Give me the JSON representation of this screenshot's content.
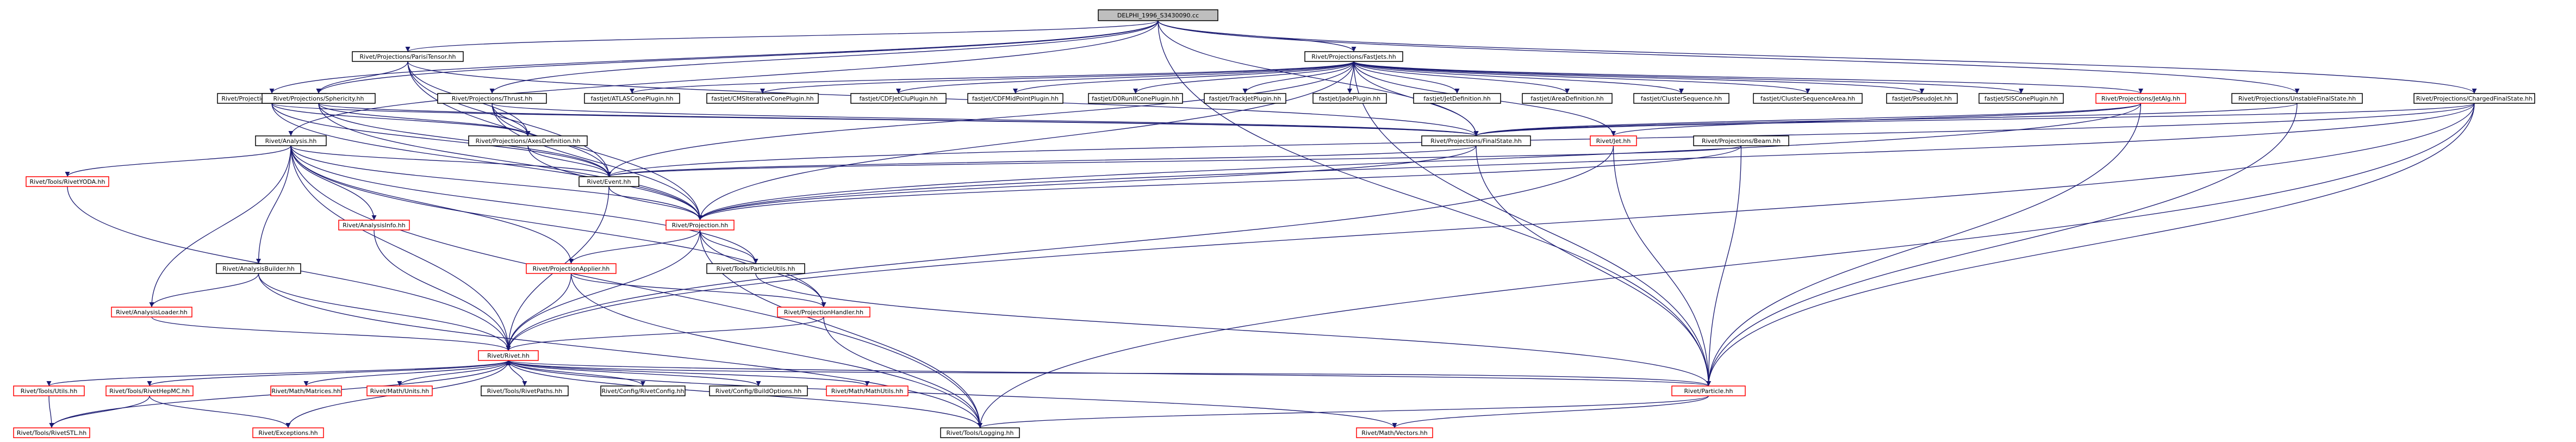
{
  "colors": {
    "edge": "#191970",
    "root_fill": "#bfbfbf",
    "normal_border": "#000000",
    "truncated_border": "#ff0000",
    "node_fill": "#ffffff",
    "text": "#000000"
  },
  "nodes": [
    {
      "id": "root",
      "label": "DELPHI_1996_S3430090.cc",
      "kind": "root"
    },
    {
      "id": "paraTensor",
      "label": "Rivet/Projections/ParisiTensor.hh",
      "kind": "normal"
    },
    {
      "id": "fastJets",
      "label": "Rivet/Projections/FastJets.hh",
      "kind": "normal"
    },
    {
      "id": "unstableFS",
      "label": "Rivet/Projections/UnstableFinalState.hh",
      "kind": "normal"
    },
    {
      "id": "chargedFS",
      "label": "Rivet/Projections/ChargedFinalState.hh",
      "kind": "normal"
    },
    {
      "id": "hemispheres",
      "label": "Rivet/Projections/Hemispheres.hh",
      "kind": "normal"
    },
    {
      "id": "sphericity",
      "label": "Rivet/Projections/Sphericity.hh",
      "kind": "normal"
    },
    {
      "id": "thrust",
      "label": "Rivet/Projections/Thrust.hh",
      "kind": "normal"
    },
    {
      "id": "atlasCone",
      "label": "fastjet/ATLASConePlugin.hh",
      "kind": "normal"
    },
    {
      "id": "cmsCone",
      "label": "fastjet/CMSIterativeConePlugin.hh",
      "kind": "normal"
    },
    {
      "id": "cdfJetClu",
      "label": "fastjet/CDFJetCluPlugin.hh",
      "kind": "normal"
    },
    {
      "id": "cdfMidPoint",
      "label": "fastjet/CDFMidPointPlugin.hh",
      "kind": "normal"
    },
    {
      "id": "d0RunII",
      "label": "fastjet/D0RunIIConePlugin.hh",
      "kind": "normal"
    },
    {
      "id": "trackJet",
      "label": "fastjet/TrackJetPlugin.hh",
      "kind": "normal"
    },
    {
      "id": "jade",
      "label": "fastjet/JadePlugin.hh",
      "kind": "normal"
    },
    {
      "id": "jetDef",
      "label": "fastjet/JetDefinition.hh",
      "kind": "normal"
    },
    {
      "id": "areaDef",
      "label": "fastjet/AreaDefinition.hh",
      "kind": "normal"
    },
    {
      "id": "clusterSeq",
      "label": "fastjet/ClusterSequence.hh",
      "kind": "normal"
    },
    {
      "id": "clusterSeqArea",
      "label": "fastjet/ClusterSequenceArea.hh",
      "kind": "normal"
    },
    {
      "id": "pseudoJet",
      "label": "fastjet/PseudoJet.hh",
      "kind": "normal"
    },
    {
      "id": "siscone",
      "label": "fastjet/SISConePlugin.hh",
      "kind": "normal"
    },
    {
      "id": "jetAlg",
      "label": "Rivet/Projections/JetAlg.hh",
      "kind": "truncated"
    },
    {
      "id": "analysis",
      "label": "Rivet/Analysis.hh",
      "kind": "normal"
    },
    {
      "id": "axesDef",
      "label": "Rivet/Projections/AxesDefinition.hh",
      "kind": "normal"
    },
    {
      "id": "finalState",
      "label": "Rivet/Projections/FinalState.hh",
      "kind": "normal"
    },
    {
      "id": "jet",
      "label": "Rivet/Jet.hh",
      "kind": "truncated"
    },
    {
      "id": "beam",
      "label": "Rivet/Projections/Beam.hh",
      "kind": "normal"
    },
    {
      "id": "rivetYoda",
      "label": "Rivet/Tools/RivetYODA.hh",
      "kind": "truncated"
    },
    {
      "id": "event",
      "label": "Rivet/Event.hh",
      "kind": "normal"
    },
    {
      "id": "analysisInfo",
      "label": "Rivet/AnalysisInfo.hh",
      "kind": "truncated"
    },
    {
      "id": "projection",
      "label": "Rivet/Projection.hh",
      "kind": "truncated"
    },
    {
      "id": "analysisBuilder",
      "label": "Rivet/AnalysisBuilder.hh",
      "kind": "normal"
    },
    {
      "id": "projApplier",
      "label": "Rivet/ProjectionApplier.hh",
      "kind": "truncated"
    },
    {
      "id": "particleUtils",
      "label": "Rivet/Tools/ParticleUtils.hh",
      "kind": "normal"
    },
    {
      "id": "analysisLoader",
      "label": "Rivet/AnalysisLoader.hh",
      "kind": "truncated"
    },
    {
      "id": "projHandler",
      "label": "Rivet/ProjectionHandler.hh",
      "kind": "truncated"
    },
    {
      "id": "rivet",
      "label": "Rivet/Rivet.hh",
      "kind": "truncated"
    },
    {
      "id": "utils",
      "label": "Rivet/Tools/Utils.hh",
      "kind": "truncated"
    },
    {
      "id": "rivetHepMC",
      "label": "Rivet/Tools/RivetHepMC.hh",
      "kind": "truncated"
    },
    {
      "id": "mathMatrices",
      "label": "Rivet/Math/Matrices.hh",
      "kind": "truncated"
    },
    {
      "id": "mathUnits",
      "label": "Rivet/Math/Units.hh",
      "kind": "truncated"
    },
    {
      "id": "rivetPaths",
      "label": "Rivet/Tools/RivetPaths.hh",
      "kind": "normal"
    },
    {
      "id": "rivetConfig",
      "label": "Rivet/Config/RivetConfig.hh",
      "kind": "normal"
    },
    {
      "id": "buildOptions",
      "label": "Rivet/Config/BuildOptions.hh",
      "kind": "normal"
    },
    {
      "id": "mathUtils",
      "label": "Rivet/Math/MathUtils.hh",
      "kind": "truncated"
    },
    {
      "id": "particle",
      "label": "Rivet/Particle.hh",
      "kind": "truncated"
    },
    {
      "id": "rivetStl",
      "label": "Rivet/Tools/RivetSTL.hh",
      "kind": "truncated"
    },
    {
      "id": "exceptions",
      "label": "Rivet/Exceptions.hh",
      "kind": "truncated"
    },
    {
      "id": "logging",
      "label": "Rivet/Tools/Logging.hh",
      "kind": "normal"
    },
    {
      "id": "mathVectors",
      "label": "Rivet/Math/Vectors.hh",
      "kind": "truncated"
    }
  ],
  "edges": [
    [
      "root",
      "paraTensor"
    ],
    [
      "root",
      "fastJets"
    ],
    [
      "root",
      "unstableFS"
    ],
    [
      "root",
      "chargedFS"
    ],
    [
      "root",
      "analysis"
    ],
    [
      "root",
      "hemispheres"
    ],
    [
      "root",
      "sphericity"
    ],
    [
      "root",
      "thrust"
    ],
    [
      "root",
      "finalState"
    ],
    [
      "root",
      "particle"
    ],
    [
      "paraTensor",
      "sphericity"
    ],
    [
      "paraTensor",
      "axesDef"
    ],
    [
      "paraTensor",
      "event"
    ],
    [
      "paraTensor",
      "projection"
    ],
    [
      "paraTensor",
      "finalState"
    ],
    [
      "fastJets",
      "atlasCone"
    ],
    [
      "fastJets",
      "cmsCone"
    ],
    [
      "fastJets",
      "cdfJetClu"
    ],
    [
      "fastJets",
      "cdfMidPoint"
    ],
    [
      "fastJets",
      "d0RunII"
    ],
    [
      "fastJets",
      "trackJet"
    ],
    [
      "fastJets",
      "jade"
    ],
    [
      "fastJets",
      "jetDef"
    ],
    [
      "fastJets",
      "areaDef"
    ],
    [
      "fastJets",
      "clusterSeq"
    ],
    [
      "fastJets",
      "clusterSeqArea"
    ],
    [
      "fastJets",
      "pseudoJet"
    ],
    [
      "fastJets",
      "siscone"
    ],
    [
      "fastJets",
      "jetAlg"
    ],
    [
      "fastJets",
      "finalState"
    ],
    [
      "fastJets",
      "jet"
    ],
    [
      "fastJets",
      "projection"
    ],
    [
      "fastJets",
      "particle"
    ],
    [
      "fastJets",
      "event"
    ],
    [
      "unstableFS",
      "finalState"
    ],
    [
      "unstableFS",
      "particle"
    ],
    [
      "chargedFS",
      "finalState"
    ],
    [
      "chargedFS",
      "projection"
    ],
    [
      "chargedFS",
      "particle"
    ],
    [
      "chargedFS",
      "logging"
    ],
    [
      "chargedFS",
      "rivet"
    ],
    [
      "chargedFS",
      "event"
    ],
    [
      "hemispheres",
      "axesDef"
    ],
    [
      "hemispheres",
      "event"
    ],
    [
      "hemispheres",
      "projection"
    ],
    [
      "hemispheres",
      "finalState"
    ],
    [
      "sphericity",
      "axesDef"
    ],
    [
      "sphericity",
      "event"
    ],
    [
      "sphericity",
      "projection"
    ],
    [
      "sphericity",
      "finalState"
    ],
    [
      "thrust",
      "axesDef"
    ],
    [
      "thrust",
      "event"
    ],
    [
      "thrust",
      "projection"
    ],
    [
      "thrust",
      "finalState"
    ],
    [
      "jetAlg",
      "finalState"
    ],
    [
      "jetAlg",
      "jet"
    ],
    [
      "jetAlg",
      "particle"
    ],
    [
      "jetAlg",
      "projection"
    ],
    [
      "analysis",
      "rivetYoda"
    ],
    [
      "analysis",
      "event"
    ],
    [
      "analysis",
      "analysisInfo"
    ],
    [
      "analysis",
      "projection"
    ],
    [
      "analysis",
      "analysisBuilder"
    ],
    [
      "analysis",
      "projApplier"
    ],
    [
      "analysis",
      "analysisLoader"
    ],
    [
      "analysis",
      "projHandler"
    ],
    [
      "analysis",
      "rivet"
    ],
    [
      "analysis",
      "logging"
    ],
    [
      "analysis",
      "particleUtils"
    ],
    [
      "axesDef",
      "projection"
    ],
    [
      "axesDef",
      "event"
    ],
    [
      "finalState",
      "projection"
    ],
    [
      "finalState",
      "particle"
    ],
    [
      "finalState",
      "event"
    ],
    [
      "jet",
      "rivet"
    ],
    [
      "jet",
      "particle"
    ],
    [
      "beam",
      "projection"
    ],
    [
      "beam",
      "particle"
    ],
    [
      "beam",
      "event"
    ],
    [
      "rivetYoda",
      "rivet"
    ],
    [
      "event",
      "projection"
    ],
    [
      "event",
      "rivet"
    ],
    [
      "analysisInfo",
      "rivet"
    ],
    [
      "projection",
      "rivet"
    ],
    [
      "projection",
      "projApplier"
    ],
    [
      "projection",
      "projHandler"
    ],
    [
      "projection",
      "particleUtils"
    ],
    [
      "projection",
      "logging"
    ],
    [
      "analysisBuilder",
      "analysisLoader"
    ],
    [
      "analysisBuilder",
      "rivet"
    ],
    [
      "analysisBuilder",
      "logging"
    ],
    [
      "projApplier",
      "rivet"
    ],
    [
      "projApplier",
      "projHandler"
    ],
    [
      "projApplier",
      "logging"
    ],
    [
      "particleUtils",
      "particle"
    ],
    [
      "analysisLoader",
      "rivet"
    ],
    [
      "projHandler",
      "rivet"
    ],
    [
      "projHandler",
      "logging"
    ],
    [
      "rivet",
      "utils"
    ],
    [
      "rivet",
      "rivetHepMC"
    ],
    [
      "rivet",
      "mathMatrices"
    ],
    [
      "rivet",
      "mathUnits"
    ],
    [
      "rivet",
      "rivetPaths"
    ],
    [
      "rivet",
      "rivetConfig"
    ],
    [
      "rivet",
      "buildOptions"
    ],
    [
      "rivet",
      "mathUtils"
    ],
    [
      "rivet",
      "particle"
    ],
    [
      "rivet",
      "rivetStl"
    ],
    [
      "rivet",
      "exceptions"
    ],
    [
      "rivet",
      "logging"
    ],
    [
      "rivet",
      "mathVectors"
    ],
    [
      "utils",
      "rivetStl"
    ],
    [
      "rivetHepMC",
      "rivetStl"
    ],
    [
      "rivetHepMC",
      "exceptions"
    ],
    [
      "particle",
      "logging"
    ],
    [
      "particle",
      "mathVectors"
    ],
    [
      "particle",
      "rivet"
    ]
  ]
}
